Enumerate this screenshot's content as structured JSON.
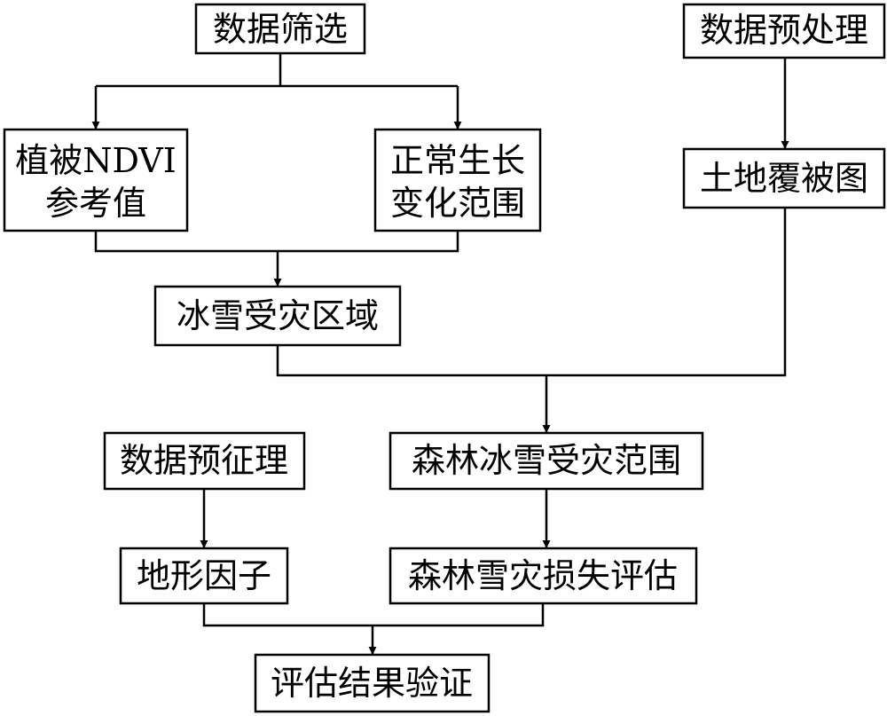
{
  "nodes": {
    "data_screening": {
      "lines": [
        "数据筛选"
      ]
    },
    "data_preprocessing": {
      "lines": [
        "数据预处理"
      ]
    },
    "ndvi_reference": {
      "lines": [
        "植被NDVI",
        "参考值"
      ]
    },
    "normal_growth_range": {
      "lines": [
        "正常生长",
        "变化范围"
      ]
    },
    "land_cover_map": {
      "lines": [
        "土地覆被图"
      ]
    },
    "ice_snow_area": {
      "lines": [
        "冰雪受灾区域"
      ]
    },
    "data_preprocessing_2": {
      "lines": [
        "数据预征理"
      ]
    },
    "forest_ice_snow_range": {
      "lines": [
        "森林冰雪受灾范围"
      ]
    },
    "terrain_factor": {
      "lines": [
        "地形因子"
      ]
    },
    "forest_loss_assessment": {
      "lines": [
        "森林雪灾损失评估"
      ]
    },
    "result_validation": {
      "lines": [
        "评估结果验证"
      ]
    }
  },
  "edges": [
    {
      "from": "data_screening",
      "to": "ndvi_reference"
    },
    {
      "from": "data_screening",
      "to": "normal_growth_range"
    },
    {
      "from": "data_preprocessing",
      "to": "land_cover_map"
    },
    {
      "from": [
        "ndvi_reference",
        "normal_growth_range"
      ],
      "to": "ice_snow_area"
    },
    {
      "from": [
        "ice_snow_area",
        "land_cover_map"
      ],
      "to": "forest_ice_snow_range"
    },
    {
      "from": "data_preprocessing_2",
      "to": "terrain_factor"
    },
    {
      "from": "forest_ice_snow_range",
      "to": "forest_loss_assessment"
    },
    {
      "from": [
        "terrain_factor",
        "forest_loss_assessment"
      ],
      "to": "result_validation"
    }
  ]
}
